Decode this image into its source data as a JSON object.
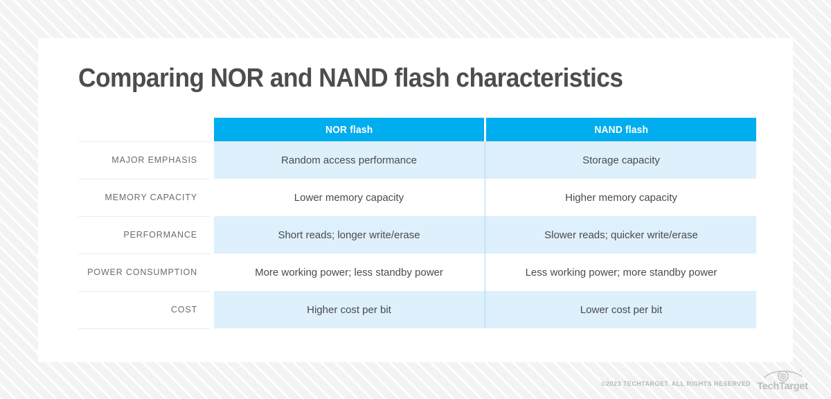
{
  "card": {
    "title": "Comparing NOR and NAND flash characteristics"
  },
  "table": {
    "corner_label": "",
    "columns": [
      {
        "key": "nor",
        "label": "NOR flash"
      },
      {
        "key": "nand",
        "label": "NAND flash"
      }
    ],
    "rows": [
      {
        "label": "MAJOR EMPHASIS",
        "nor": "Random access performance",
        "nand": "Storage capacity",
        "shaded": true
      },
      {
        "label": "MEMORY CAPACITY",
        "nor": "Lower memory capacity",
        "nand": "Higher memory capacity",
        "shaded": false
      },
      {
        "label": "PERFORMANCE",
        "nor": "Short reads; longer write/erase",
        "nand": "Slower reads; quicker write/erase",
        "shaded": true
      },
      {
        "label": "POWER CONSUMPTION",
        "nor": "More working power; less standby power",
        "nand": "Less working power; more standby power",
        "shaded": false
      },
      {
        "label": "COST",
        "nor": "Higher cost per bit",
        "nand": "Lower cost per bit",
        "shaded": true
      }
    ]
  },
  "footer": {
    "copyright": "©2023 TECHTARGET. ALL RIGHTS RESERVED",
    "logo_wordmark": "TechTarget",
    "logo_icon": "eye-icon"
  },
  "colors": {
    "header_blue": "#00ADEE",
    "row_shade_blue": "#DDF0FB",
    "row_plain": "#FFFFFF",
    "title_gray": "#4D4D4F",
    "label_gray": "#6B6B70",
    "cell_gray": "#4A4A4E",
    "footer_gray": "#B7B7B7",
    "card_bg": "#FFFFFF",
    "page_bg": "#F4F4F4"
  }
}
